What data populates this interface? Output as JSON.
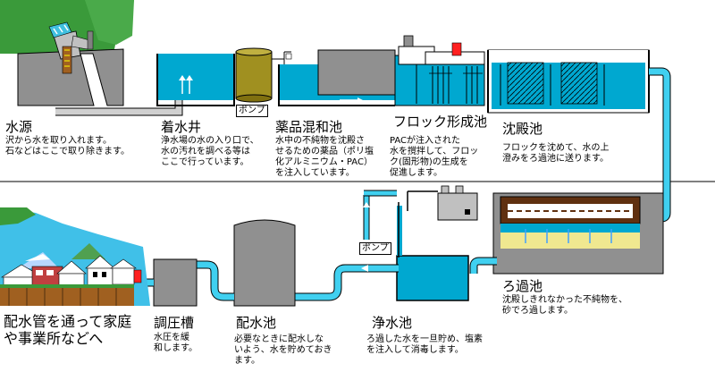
{
  "stages": {
    "source": {
      "title": "水源",
      "desc": [
        "沢から水を取り入れます。",
        "石などはここで取り除きます。"
      ]
    },
    "receiving_well": {
      "title": "着水井",
      "desc": [
        "浄水場の水の入り口で、",
        "水の汚れを調べる等は",
        "ここで行っています。"
      ]
    },
    "chemical_mixing": {
      "title": "薬品混和池",
      "desc": [
        "水中の不純物を沈殿さ",
        "せるための薬品（ポリ塩",
        "化アルミニウム・PAC）",
        "を注入しています。"
      ]
    },
    "floc_formation": {
      "title": "フロック形成池",
      "desc": [
        "PACが注入された",
        "水を撹拌して、フロッ",
        "ク(固形物)の生成を",
        "促進します。"
      ]
    },
    "sedimentation": {
      "title": "沈殿池",
      "desc": [
        "フロックを沈めて、水の上",
        "澄みをろ過池に送ります。"
      ]
    },
    "filtration": {
      "title": "ろ過池",
      "desc": [
        "沈殿しきれなかった不純物を、",
        "砂でろ過します。"
      ]
    },
    "clean_water": {
      "title": "浄水池",
      "desc": [
        "ろ過した水を一旦貯め、塩素",
        "を注入して消毒します。"
      ]
    },
    "distribution_reservoir": {
      "title": "配水池",
      "desc": [
        "必要なときに配水しな",
        "いよう、水を貯めておき",
        "ます。"
      ]
    },
    "pressure_tank": {
      "title": "調圧槽",
      "desc": [
        "水圧を緩",
        "和します。"
      ]
    },
    "homes": {
      "title": [
        "配水管を通って家庭",
        "や事業所などへ"
      ]
    }
  },
  "pump_labels": {
    "upper": "ポンプ",
    "lower": "ポンプ"
  },
  "colors": {
    "water": "#00a0c8",
    "pipe": "#40d0f0",
    "concrete": "#808080",
    "grass": "#3c9a3c",
    "sand": "#f0e890",
    "floc_dark": "#603010"
  }
}
